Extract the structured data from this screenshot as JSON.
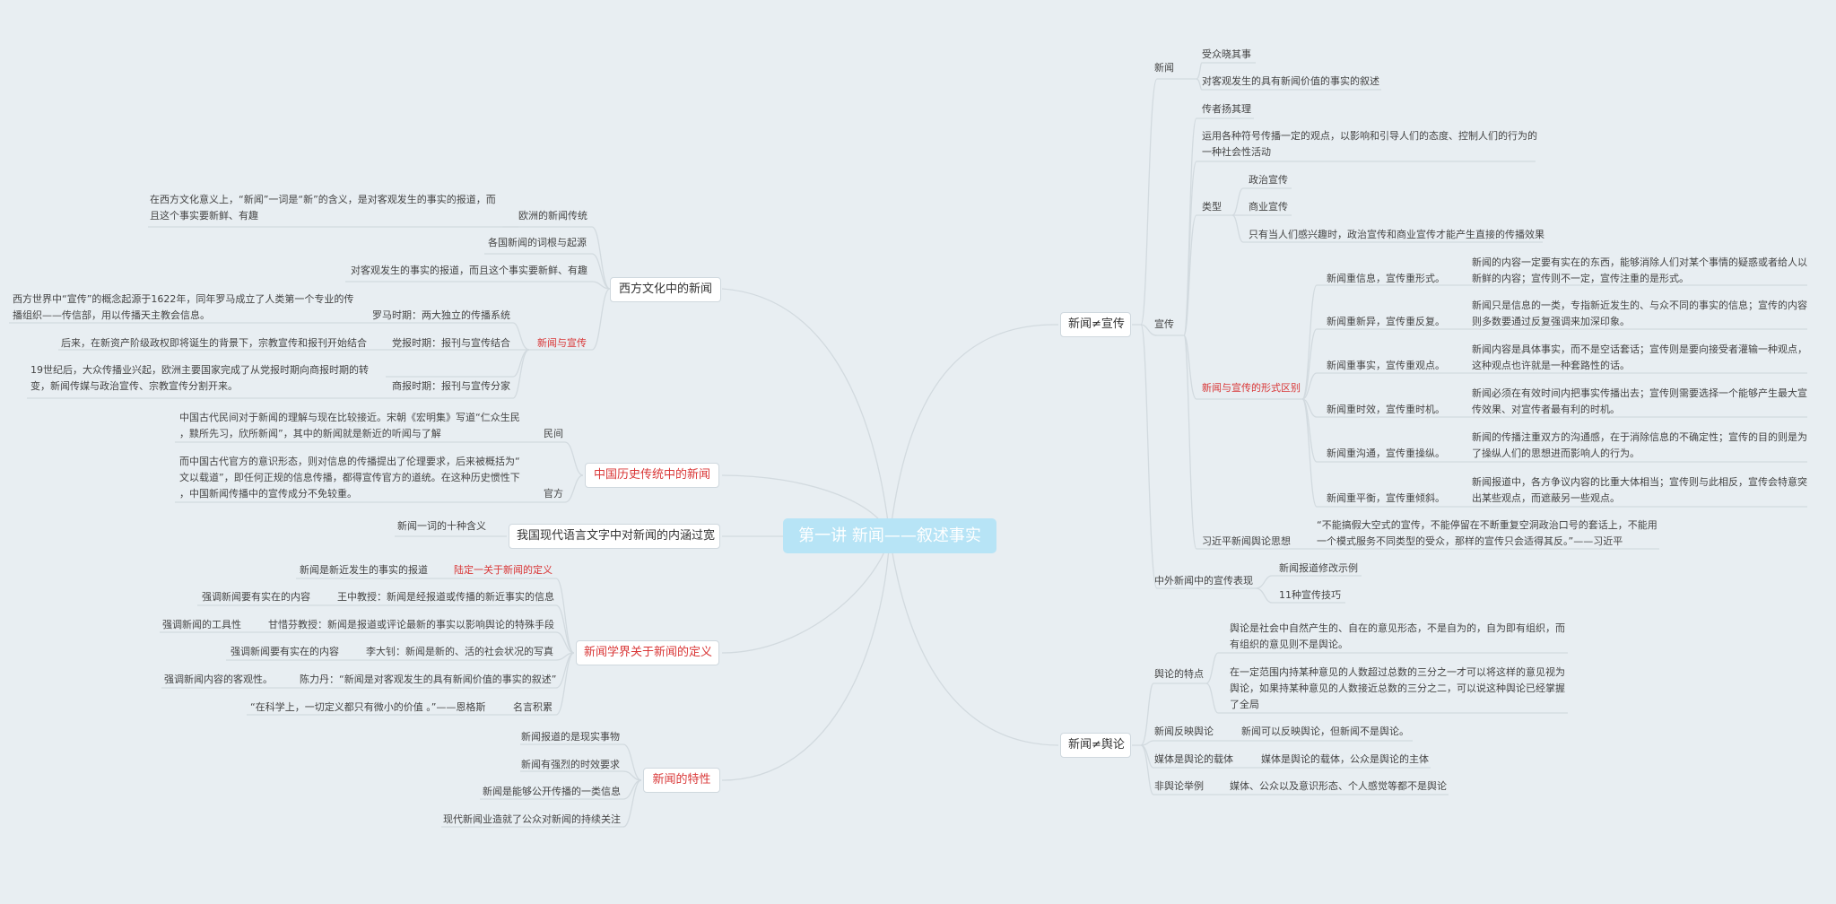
{
  "root": "第一讲 新闻——叙述事实",
  "left": {
    "west": {
      "label": "西方文化中的新闻",
      "euro": "欧洲的新闻传统",
      "euro_desc_1": "在西方文化意义上，“新闻”一词是“新”的含义，是对客观发生的事实的报道，而",
      "euro_desc_2": "且这个事实要新鲜、有趣",
      "roots": "各国新闻的词根与起源",
      "report": "对客观发生的事实的报道，而且这个事实要新鲜、有趣",
      "np": "新闻与宣传",
      "rome": "罗马时期：两大独立的传播系统",
      "rome_desc_1": "西方世界中“宣传”的概念起源于1622年，同年罗马成立了人类第一个专业的传",
      "rome_desc_2": "播组织——传信部，用以传播天主教会信息。",
      "party": "党报时期：报刊与宣传结合",
      "party_desc": "后来，在新资产阶级政权即将诞生的背景下，宗教宣传和报刊开始结合",
      "comm": "商报时期：报刊与宣传分家",
      "comm_desc_1": "19世纪后，大众传播业兴起，欧洲主要国家完成了从党报时期向商报时期的转",
      "comm_desc_2": "变，新闻传媒与政治宣传、宗教宣传分割开来。"
    },
    "china": {
      "label": "中国历史传统中的新闻",
      "folk": "民间",
      "folk_desc_1": "中国古代民间对于新闻的理解与现在比较接近。宋朝《宏明集》写道“仁众生民",
      "folk_desc_2": "，黩所先习，欣所新闻”，其中的新闻就是新近的听闻与了解",
      "official": "官方",
      "official_desc_1": "而中国古代官方的意识形态，则对信息的传播提出了伦理要求，后来被概括为“",
      "official_desc_2": "文以载道”，即任何正规的信息传播，都得宣传官方的道统。在这种历史惯性下",
      "official_desc_3": "，中国新闻传播中的宣传成分不免较重。"
    },
    "modern": {
      "label": "我国现代语言文字中对新闻的内涵过宽",
      "ten": "新闻一词的十种含义"
    },
    "academic": {
      "label": "新闻学界关于新闻的定义",
      "lu": "陆定一关于新闻的定义",
      "lu_desc": "新闻是新近发生的事实的报道",
      "wang": "王中教授：新闻是经报道或传播的新近事实的信息",
      "wang_note": "强调新闻要有实在的内容",
      "gan": "甘惜芬教授：新闻是报道或评论最新的事实以影响舆论的特殊手段",
      "gan_note": "强调新闻的工具性",
      "li": "李大钊：新闻是新的、活的社会状况的写真",
      "li_note": "强调新闻要有实在的内容",
      "chen": "陈力丹：“新闻是对客观发生的具有新闻价值的事实的叙述”",
      "chen_note": "强调新闻内容的客观性。",
      "quote": "名言积累",
      "quote_desc": "“在科学上，一切定义都只有微小的价值 。”——恩格斯"
    },
    "features": {
      "label": "新闻的特性",
      "f1": "新闻报道的是现实事物",
      "f2": "新闻有强烈的时效要求",
      "f3": "新闻是能够公开传播的一类信息",
      "f4": "现代新闻业造就了公众对新闻的持续关注"
    }
  },
  "right": {
    "xc": {
      "label": "新闻≠宣传",
      "news": "新闻",
      "news_a": "受众晓其事",
      "news_b": "对客观发生的具有新闻价值的事实的叙述",
      "prop": "宣传",
      "prop_a": "传者扬其理",
      "prop_b_1": "运用各种符号传播一定的观点，以影响和引导人们的态度、控制人们的行为的",
      "prop_b_2": "一种社会性活动",
      "type": "类型",
      "type_a": "政治宣传",
      "type_b": "商业宣传",
      "type_c": "只有当人们感兴趣时，政治宣传和商业宣传才能产生直接的传播效果",
      "diff": "新闻与宣传的形式区别",
      "d1": "新闻重信息，宣传重形式。",
      "d1_desc_1": "新闻的内容一定要有实在的东西，能够消除人们对某个事情的疑惑或者给人以",
      "d1_desc_2": "新鲜的内容；宣传则不一定，宣传注重的是形式。",
      "d2": "新闻重新异，宣传重反复。",
      "d2_desc_1": "新闻只是信息的一类，专指新近发生的、与众不同的事实的信息；宣传的内容",
      "d2_desc_2": "则多数要通过反复强调来加深印象。",
      "d3": "新闻重事实，宣传重观点。",
      "d3_desc_1": "新闻内容是具体事实，而不是空话套话；宣传则是要向接受者灌输一种观点，",
      "d3_desc_2": "这种观点也许就是一种套路性的话。",
      "d4": "新闻重时效，宣传重时机。",
      "d4_desc_1": "新闻必须在有效时间内把事实传播出去；宣传则需要选择一个能够产生最大宣",
      "d4_desc_2": "传效果、对宣传者最有利的时机。",
      "d5": "新闻重沟通，宣传重操纵。",
      "d5_desc_1": "新闻的传播注重双方的沟通感，在于消除信息的不确定性；宣传的目的则是为",
      "d5_desc_2": "了操纵人们的思想进而影响人的行为。",
      "d6": "新闻重平衡，宣传重倾斜。",
      "d6_desc_1": "新闻报道中，各方争议内容的比重大体相当；宣传则与此相反，宣传会特意突",
      "d6_desc_2": "出某些观点，而遮蔽另一些观点。",
      "xi": "习近平新闻舆论思想",
      "xi_desc_1": "“不能搞假大空式的宣传，不能停留在不断重复空洞政治口号的套话上，不能用",
      "xi_desc_2": "一个模式服务不同类型的受众，那样的宣传只会适得其反。”——习近平",
      "cn": "中外新闻中的宣传表现",
      "cn_a": "新闻报道修改示例",
      "cn_b": "11种宣传技巧"
    },
    "yl": {
      "label": "新闻≠舆论",
      "feat": "舆论的特点",
      "feat_a_1": "舆论是社会中自然产生的、自在的意见形态，不是自为的，自为即有组织，而",
      "feat_a_2": "有组织的意见则不是舆论。",
      "feat_b_1": "在一定范围内持某种意见的人数超过总数的三分之一才可以将这样的意见视为",
      "feat_b_2": "舆论，如果持某种意见的人数接近总数的三分之二，可以说这种舆论已经掌握",
      "feat_b_3": "了全局",
      "reflect": "新闻反映舆论",
      "reflect_desc": "新闻可以反映舆论，但新闻不是舆论。",
      "carrier": "媒体是舆论的载体",
      "carrier_desc": "媒体是舆论的载体，公众是舆论的主体",
      "non": "非舆论举例",
      "non_desc": "媒体、公众以及意识形态、个人感觉等都不是舆论"
    }
  }
}
